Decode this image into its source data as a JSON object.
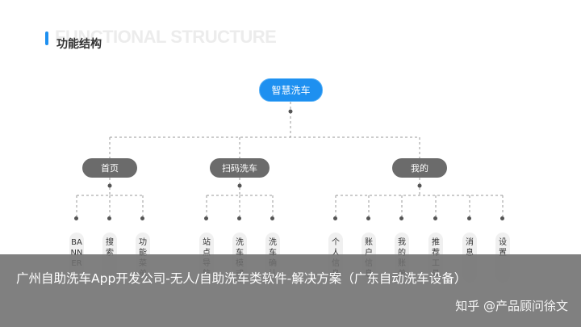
{
  "header": {
    "bg_title": "FUNCTIONAL STRUCTURE",
    "title": "功能结构"
  },
  "tree": {
    "root": "智慧洗车",
    "nodes": [
      {
        "label": "首页",
        "children": [
          "BANNER",
          "搜索",
          "功能菜单"
        ]
      },
      {
        "label": "扫码洗车",
        "children": [
          "站点导航",
          "洗车模式选择",
          "洗车确认"
        ]
      },
      {
        "label": "我的",
        "children": [
          "个人信息",
          "账户信息",
          "我的账单",
          "推荐工具",
          "消息",
          "设置"
        ]
      }
    ]
  },
  "caption": {
    "text": "广州自助洗车App开发公司-无人/自助洗车类软件-解决方案（广东自动洗车设备）"
  },
  "watermark": "知乎 @产品顾问徐文",
  "colors": {
    "accent": "#1e90f0",
    "node_gray": "#6b6b6b"
  }
}
